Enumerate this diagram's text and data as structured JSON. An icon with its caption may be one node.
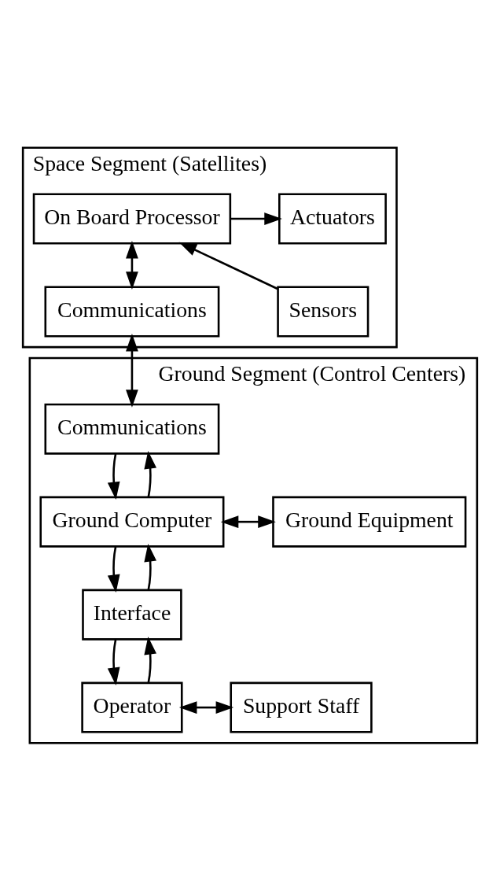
{
  "diagram": {
    "nodes": [
      {
        "text": [
          "Space Segment (Satellites)"
        ]
      },
      {
        "text": [
          "On Board Processor"
        ],
        "in": 0
      },
      {
        "text": [
          "Actuators"
        ],
        "in": 0
      },
      {
        "text": [
          "Sensors"
        ],
        "in": 0
      },
      {
        "text": [
          "Communications"
        ],
        "in": 0
      },
      {
        "text": [
          "Ground Segment (Control Centers)"
        ]
      },
      {
        "text": [
          "Communications"
        ],
        "in": 5
      },
      {
        "text": [
          "Ground Computer"
        ],
        "in": 5
      },
      {
        "text": [
          "Ground Equipment"
        ],
        "in": 5
      },
      {
        "text": [
          "Interface"
        ],
        "in": 5
      },
      {
        "text": [
          "Operator"
        ],
        "in": 5
      },
      {
        "text": [
          "Support Staff"
        ],
        "in": 5
      }
    ],
    "edges": [
      {
        "from": 1,
        "to": 2,
        "arrow": "to"
      },
      {
        "from": 3,
        "to": 1,
        "arrow": "to"
      },
      {
        "from": 1,
        "to": 4,
        "arrow": "both"
      },
      {
        "from": 4,
        "to": 6,
        "arrow": "both"
      },
      {
        "from": 6,
        "to": 7,
        "arrow": "to"
      },
      {
        "from": 7,
        "to": 6,
        "arrow": "to"
      },
      {
        "from": 7,
        "to": 8,
        "arrow": "both"
      },
      {
        "from": 7,
        "to": 9,
        "arrow": "to"
      },
      {
        "from": 9,
        "to": 7,
        "arrow": "to"
      },
      {
        "from": 9,
        "to": 10,
        "arrow": "to"
      },
      {
        "from": 10,
        "to": 9,
        "arrow": "to"
      },
      {
        "from": 10,
        "to": 11,
        "arrow": "both"
      }
    ]
  }
}
